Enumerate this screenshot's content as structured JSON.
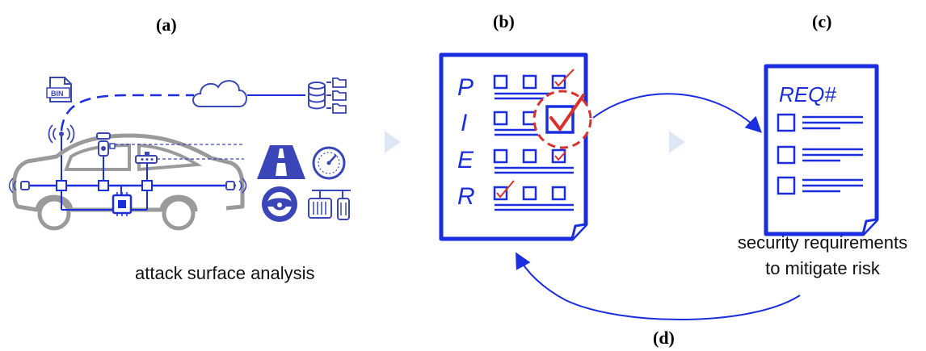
{
  "panels": {
    "a": {
      "label": "(a)",
      "caption": "attack surface analysis",
      "bin_label": "BIN"
    },
    "b": {
      "label": "(b)",
      "letters": [
        "P",
        "I",
        "E",
        "R"
      ]
    },
    "c": {
      "label": "(c)",
      "title": "REQ#",
      "caption_line1": "security requirements",
      "caption_line2": "to mitigate risk"
    },
    "d": {
      "label": "(d)"
    }
  },
  "colors": {
    "accent": "#1a2ee0",
    "icon": "#3a46b8",
    "check": "#d9312b",
    "car": "#9a9a9a",
    "arrow_chevron": "#dde6f4"
  }
}
